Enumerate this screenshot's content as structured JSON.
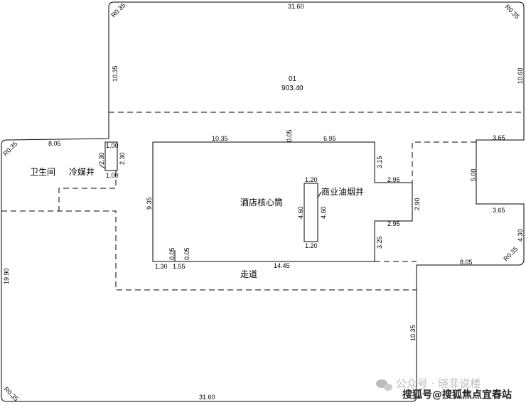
{
  "unit": {
    "name": "01",
    "area": "903.40"
  },
  "rooms": {
    "toilet": "卫生间",
    "refrigerant_shaft": "冷媒井",
    "hotel_core": "酒店核心筒",
    "oil_smoke_shaft": "商业油烟井",
    "corridor": "走道"
  },
  "dims": {
    "top": "31.60",
    "bottom": "31.60",
    "r_tl": "R0.35",
    "r_tr": "R0.35",
    "r_bl": "R0.35",
    "r_br": "R0.35",
    "r_wing": "R0.35",
    "left_top": "10.35",
    "right_top": "10.60",
    "wing_top": "8.05",
    "left": "19.90",
    "shaft_w_top": "1.00",
    "shaft_w_bot": "1.00",
    "shaft_h_l": "2.30",
    "shaft_h_r": "2.30",
    "core_top_l": "10.35",
    "core_top_gap": "0.05",
    "core_top_r": "6.95",
    "core_left": "9.35",
    "core_r1": "3.15",
    "core_r2": "3.25",
    "notch_top": "2.95",
    "notch_bot": "2.95",
    "notch_h": "2.90",
    "oil_w_top": "1.20",
    "oil_w_bot": "1.20",
    "oil_h_l": "4.60",
    "oil_h_r": "4.60",
    "core_bot": "14.45",
    "core_bot_l1": "1.30",
    "core_bot_l2": "1.55",
    "core_bot_g1": "0.05",
    "core_bot_g2": "0.05",
    "right_recess_top": "3.65",
    "right_recess_h": "5.00",
    "right_recess_bot": "3.65",
    "right_lower": "4.30",
    "bot_right": "8.05",
    "right_leg": "10.35"
  },
  "watermark": {
    "line1": "公众号 · 晓菲说楼",
    "line2": "搜狐号@搜狐焦点宜春站"
  }
}
